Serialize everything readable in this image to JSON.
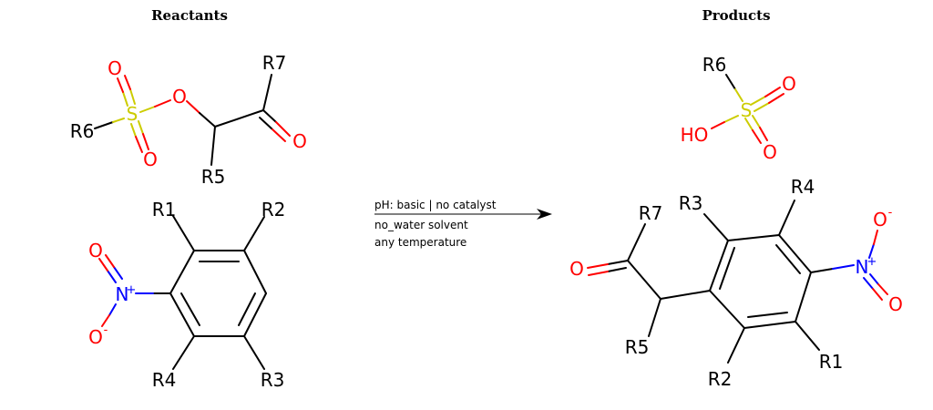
{
  "headers": {
    "reactants": "Reactants",
    "products": "Products"
  },
  "conditions": {
    "line1": "pH: basic | no catalyst",
    "line2": "no_water solvent",
    "line3": "any temperature"
  },
  "atoms": {
    "R1": "R1",
    "R2": "R2",
    "R3": "R3",
    "R4": "R4",
    "R5": "R5",
    "R6": "R6",
    "R7": "R7",
    "O": "O",
    "S": "S",
    "N": "N",
    "HO": "HO",
    "plus": "+",
    "minus": "-"
  },
  "colors": {
    "oxygen": "#ff0000",
    "sulfur": "#cccc00",
    "nitrogen": "#0000ff",
    "carbon": "#000000"
  }
}
